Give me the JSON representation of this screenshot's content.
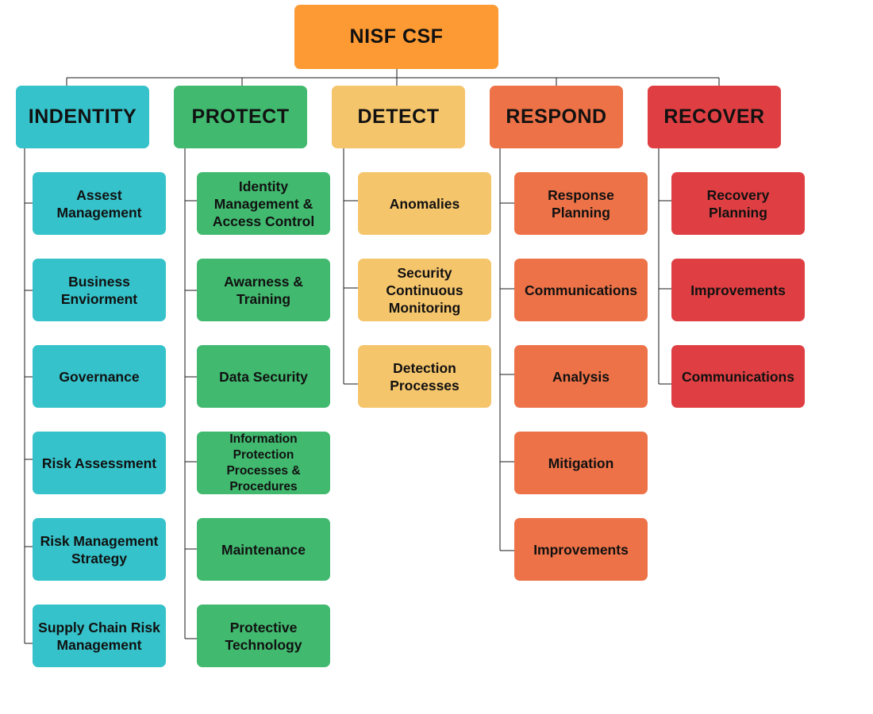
{
  "root": {
    "label": "NISF CSF",
    "color": "#fd9a33"
  },
  "categories": [
    {
      "label": "INDENTITY",
      "color": "#35c2ca",
      "items": [
        "Assest Management",
        "Business Enviorment",
        "Governance",
        "Risk Assessment",
        "Risk Management Strategy",
        "Supply Chain Risk Management"
      ]
    },
    {
      "label": "PROTECT",
      "color": "#41b96f",
      "items": [
        "Identity Management & Access Control",
        "Awarness & Training",
        "Data Security",
        "Information Protection Processes & Procedures",
        "Maintenance",
        "Protective Technology"
      ]
    },
    {
      "label": "DETECT",
      "color": "#f5c56c",
      "items": [
        "Anomalies",
        "Security Continuous Monitoring",
        "Detection Processes"
      ]
    },
    {
      "label": "RESPOND",
      "color": "#ed7248",
      "items": [
        "Response Planning",
        "Communications",
        "Analysis",
        "Mitigation",
        "Improvements"
      ]
    },
    {
      "label": "RECOVER",
      "color": "#df3f42",
      "items": [
        "Recovery Planning",
        "Improvements",
        "Communications"
      ]
    }
  ]
}
